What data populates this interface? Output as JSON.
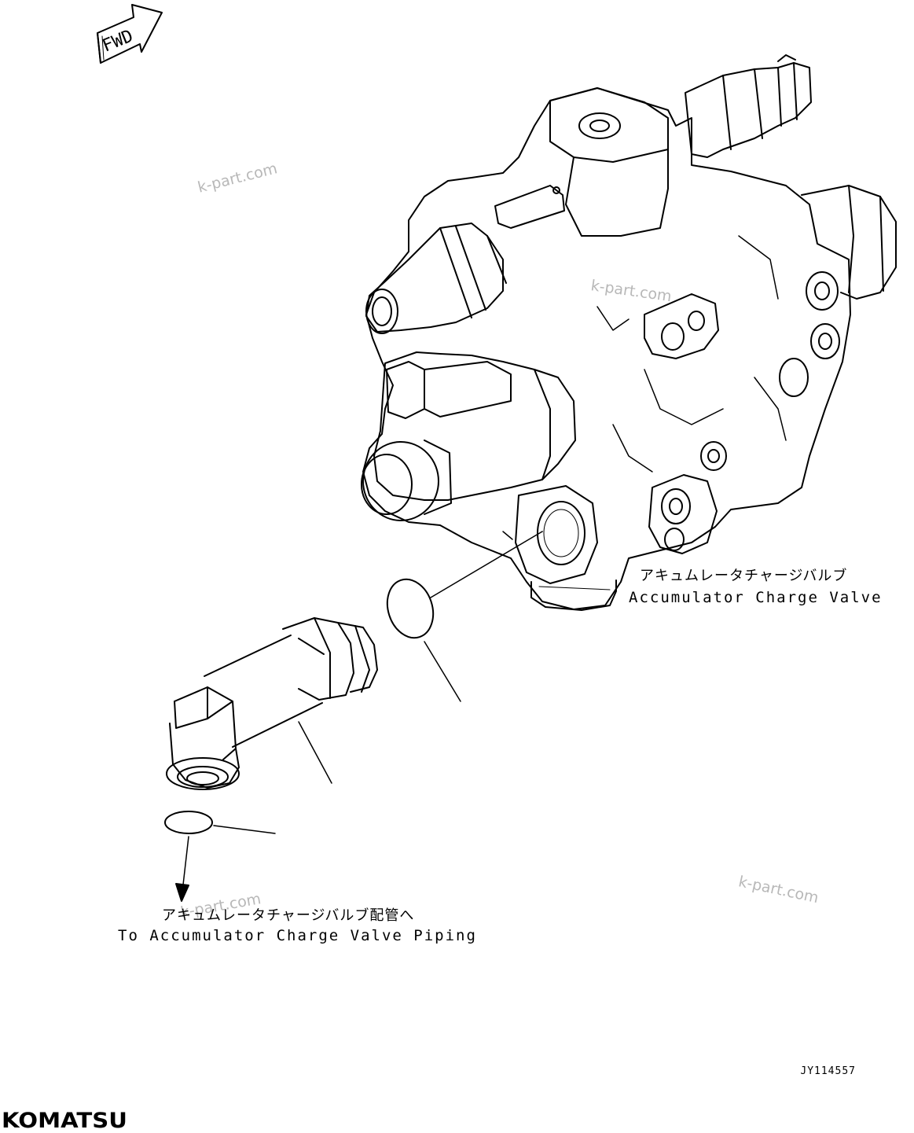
{
  "direction_marker": {
    "text": "FWD"
  },
  "labels": {
    "valve": {
      "japanese": "アキュムレータチャージバルブ",
      "english": "Accumulator Charge Valve"
    },
    "piping": {
      "japanese": "アキュムレータチャージバルブ配管へ",
      "english": "To Accumulator Charge Valve Piping"
    }
  },
  "watermarks": [
    "k-part.com",
    "k-part.com",
    "k-part.com",
    "k-part.com"
  ],
  "drawing_id": "JY114557",
  "brand": {
    "name": "KOMATSU"
  }
}
